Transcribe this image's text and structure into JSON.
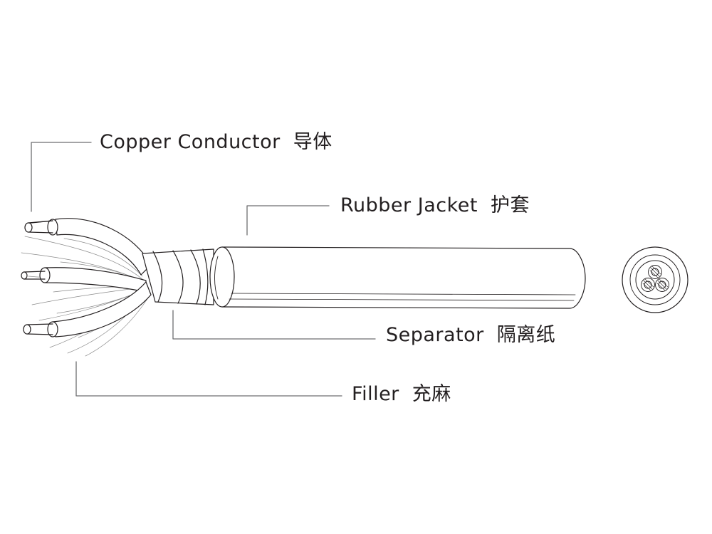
{
  "labels": {
    "conductor": {
      "en": "Copper  Conductor",
      "zh": "导体"
    },
    "jacket": {
      "en": "Rubber  Jacket",
      "zh": "护套"
    },
    "separator": {
      "en": "Separator",
      "zh": "隔离纸"
    },
    "filler": {
      "en": "Filler",
      "zh": "充麻"
    }
  },
  "colors": {
    "line": "#231f20",
    "background": "#ffffff"
  }
}
